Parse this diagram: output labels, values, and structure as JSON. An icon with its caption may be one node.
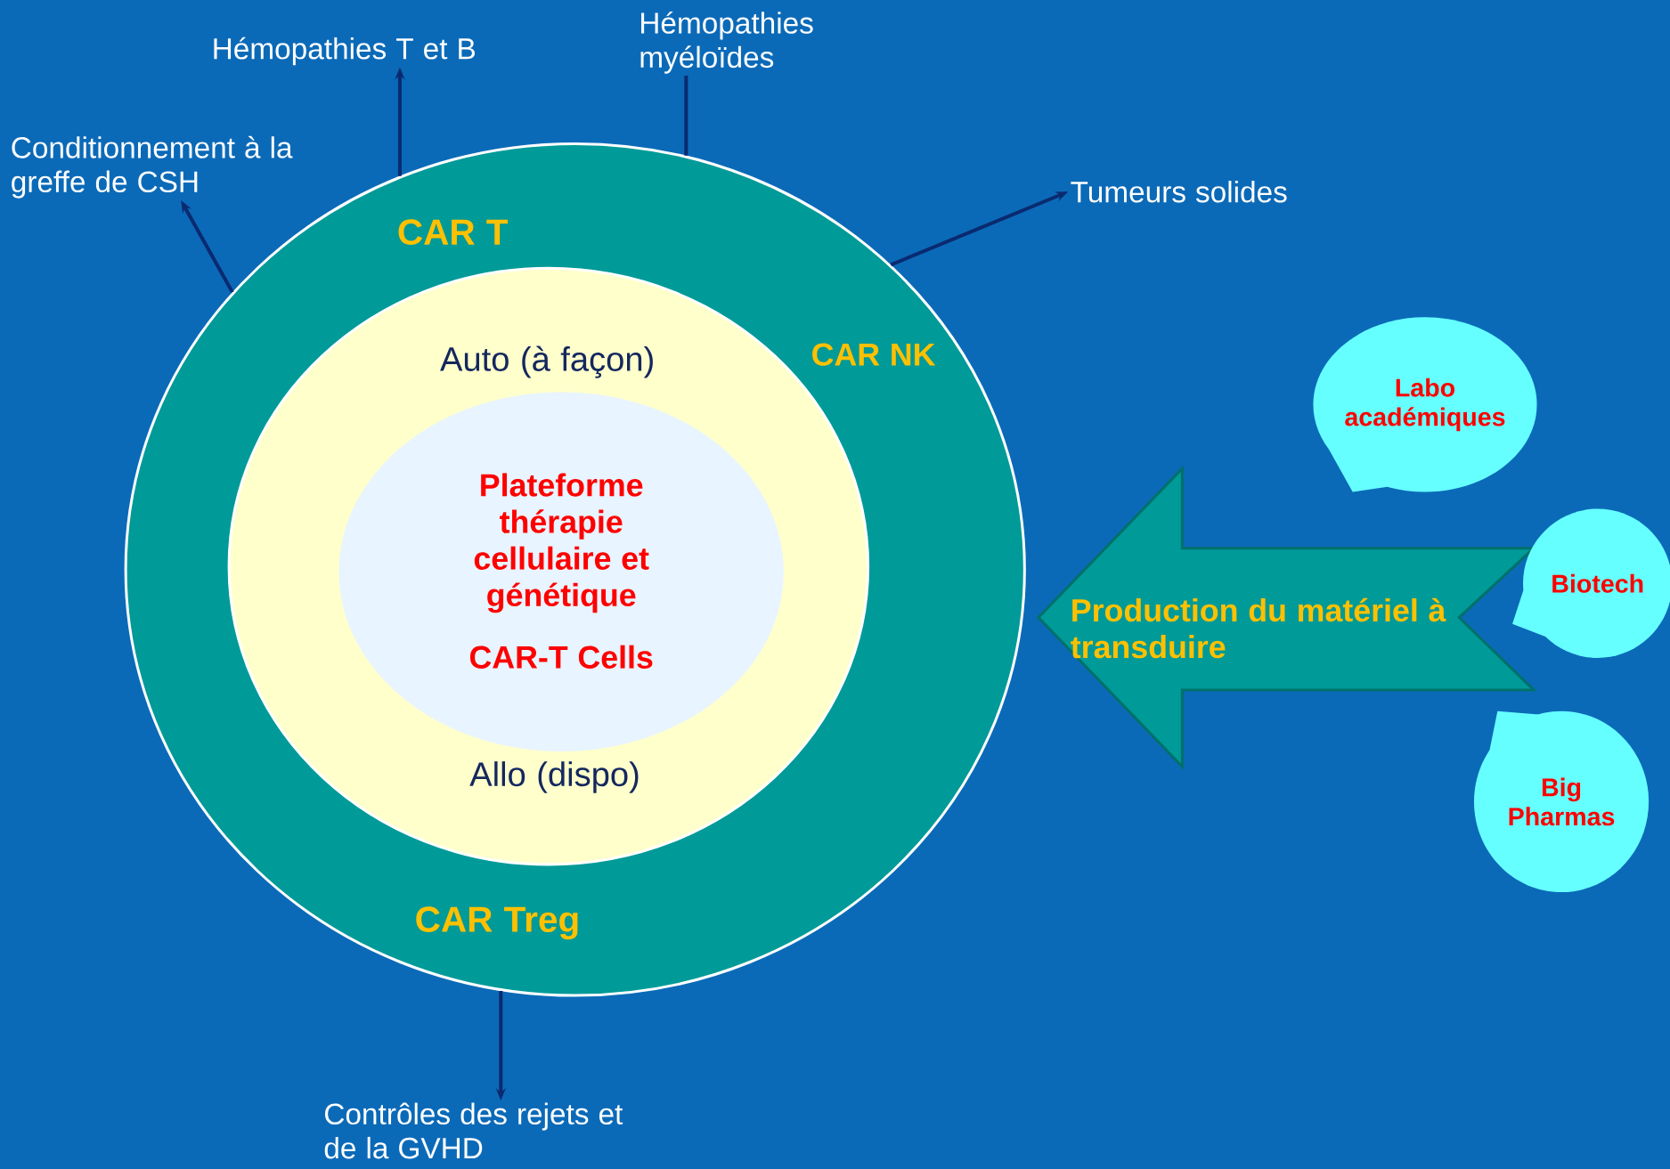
{
  "diagram": {
    "nodes": [
      {
        "text": [
          "CAR T",
          "CAR NK",
          "CAR Treg"
        ]
      },
      {
        "text": [
          "Auto (à façon)",
          "Allo (dispo)"
        ],
        "in": 0
      },
      {
        "text": [
          "Plateforme thérapie cellulaire et génétique",
          "CAR-T Cells"
        ],
        "in": 1
      },
      {
        "text": [
          "Production du matériel à transduire"
        ]
      },
      {
        "text": [
          "Labo académiques"
        ]
      },
      {
        "text": [
          "Biotech"
        ]
      },
      {
        "text": [
          "Big Pharmas"
        ]
      },
      {
        "text": [
          "Conditionnement à la greffe de CSH"
        ]
      },
      {
        "text": [
          "Hémopathies T et B"
        ]
      },
      {
        "text": [
          "Hémopathies myéloïdes"
        ]
      },
      {
        "text": [
          "Tumeurs solides"
        ]
      },
      {
        "text": [
          "Contrôles des rejets et de la GVHD"
        ]
      }
    ],
    "edges": [
      {
        "from": 0,
        "to": 7,
        "arrow": "to"
      },
      {
        "from": 0,
        "to": 8,
        "arrow": "to"
      },
      {
        "from": 0,
        "to": 9,
        "arrow": "none"
      },
      {
        "from": 0,
        "to": 10,
        "arrow": "to"
      },
      {
        "from": 0,
        "to": 11,
        "arrow": "to"
      }
    ]
  }
}
